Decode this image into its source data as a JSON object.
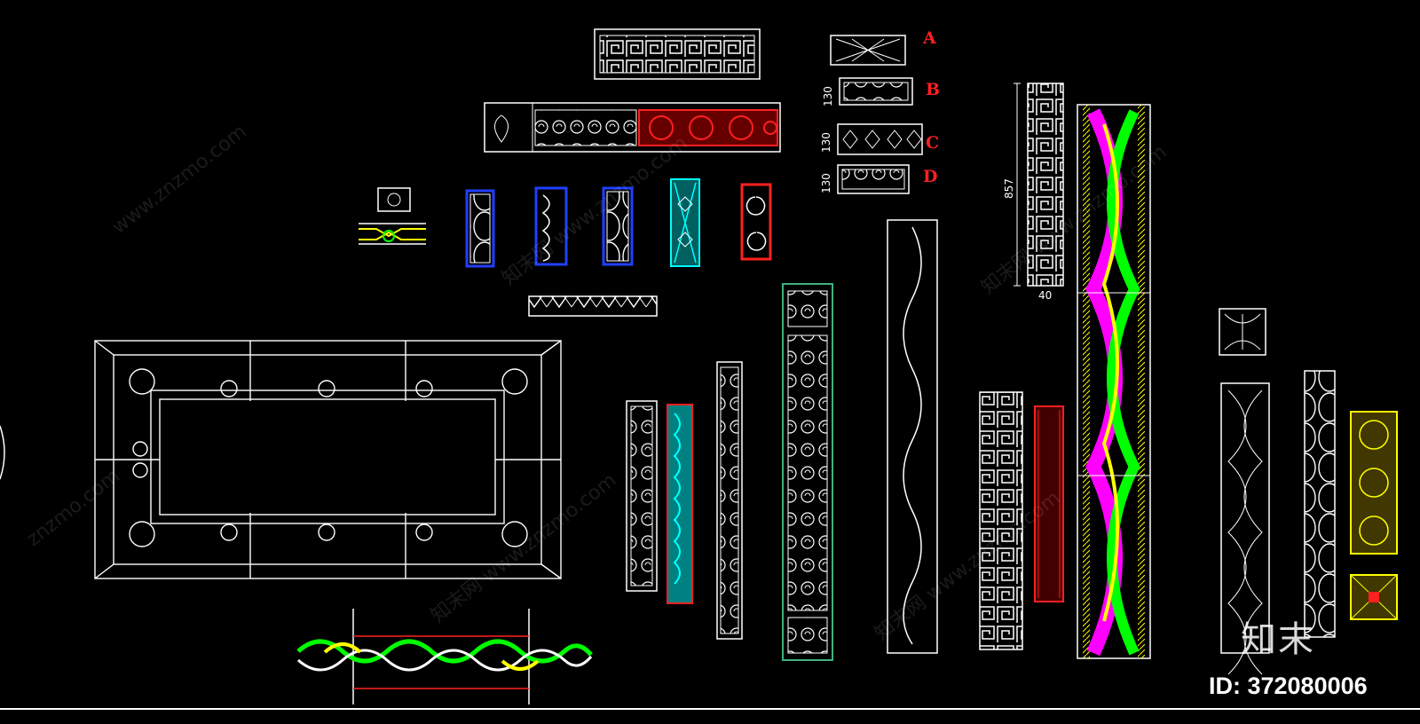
{
  "viewport": {
    "background": "#000000"
  },
  "swatch_labels": [
    "A",
    "B",
    "C",
    "D"
  ],
  "dimensions": {
    "swatch_height": "130",
    "column_height": "857",
    "column_width": "40"
  },
  "watermarks": [
    "znzmo.com",
    "www.znzmo.com",
    "知末网 www.znzmo.com"
  ],
  "brand": {
    "logo_text": "知末",
    "id_text": "ID: 372080006"
  },
  "colors": {
    "line": "#ffffff",
    "red": "#ff2020",
    "cyan": "#00ffff",
    "blue": "#0000ff",
    "yellow": "#ffff00",
    "green": "#00ff00",
    "magenta": "#ff00ff",
    "teal": "#3fb27f"
  }
}
